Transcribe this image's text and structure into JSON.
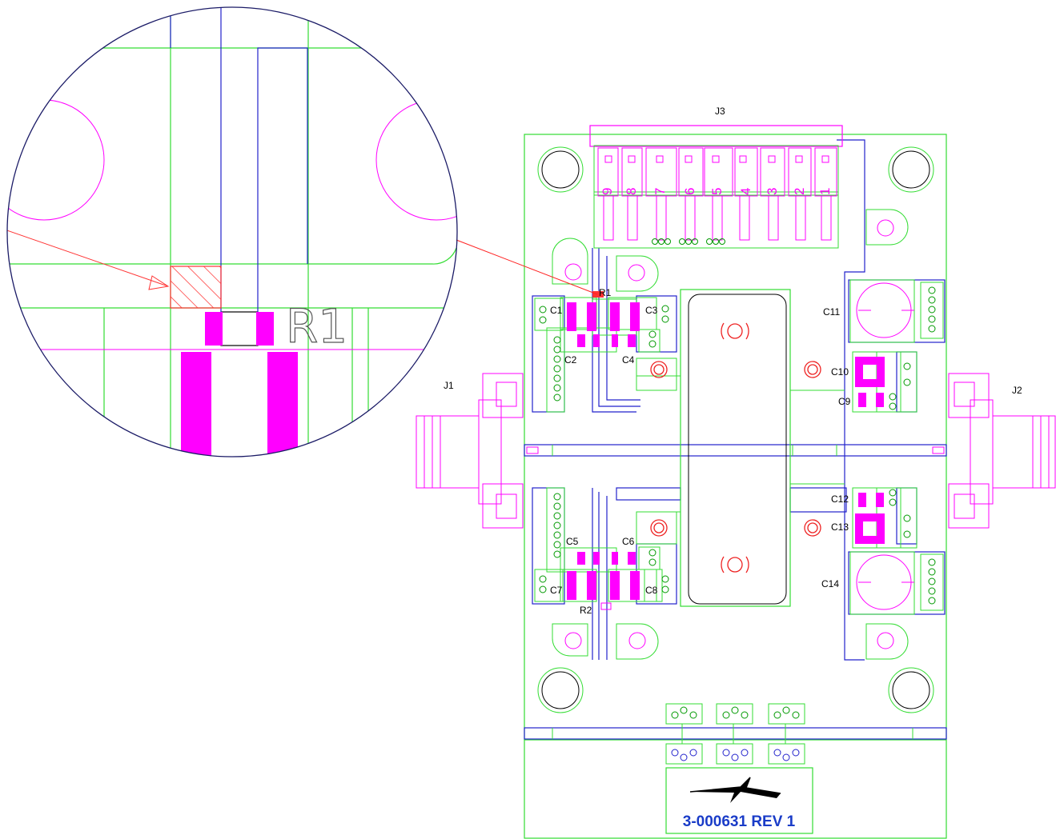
{
  "title": "",
  "part_number": "3-000631 REV 1",
  "connectors": {
    "j1": "J1",
    "j2": "J2",
    "j3": "J3"
  },
  "j3_pins": [
    "9",
    "8",
    "7",
    "6",
    "5",
    "4",
    "3",
    "2",
    "1"
  ],
  "capacitors": {
    "c1": "C1",
    "c2": "C2",
    "c3": "C3",
    "c4": "C4",
    "c5": "C5",
    "c6": "C6",
    "c7": "C7",
    "c8": "C8",
    "c9": "C9",
    "c10": "C10",
    "c11": "C11",
    "c12": "C12",
    "c13": "C13",
    "c14": "C14"
  },
  "resistors": {
    "r1": "R1",
    "r2": "R2"
  },
  "zoom": {
    "label": "R1"
  },
  "colors": {
    "outline": "#33dd33",
    "copper_top": "#2222cc",
    "silk": "#ff00ff",
    "pad": "#ff00ff",
    "highlight": "#ff2222",
    "hole": "#dd2222"
  }
}
